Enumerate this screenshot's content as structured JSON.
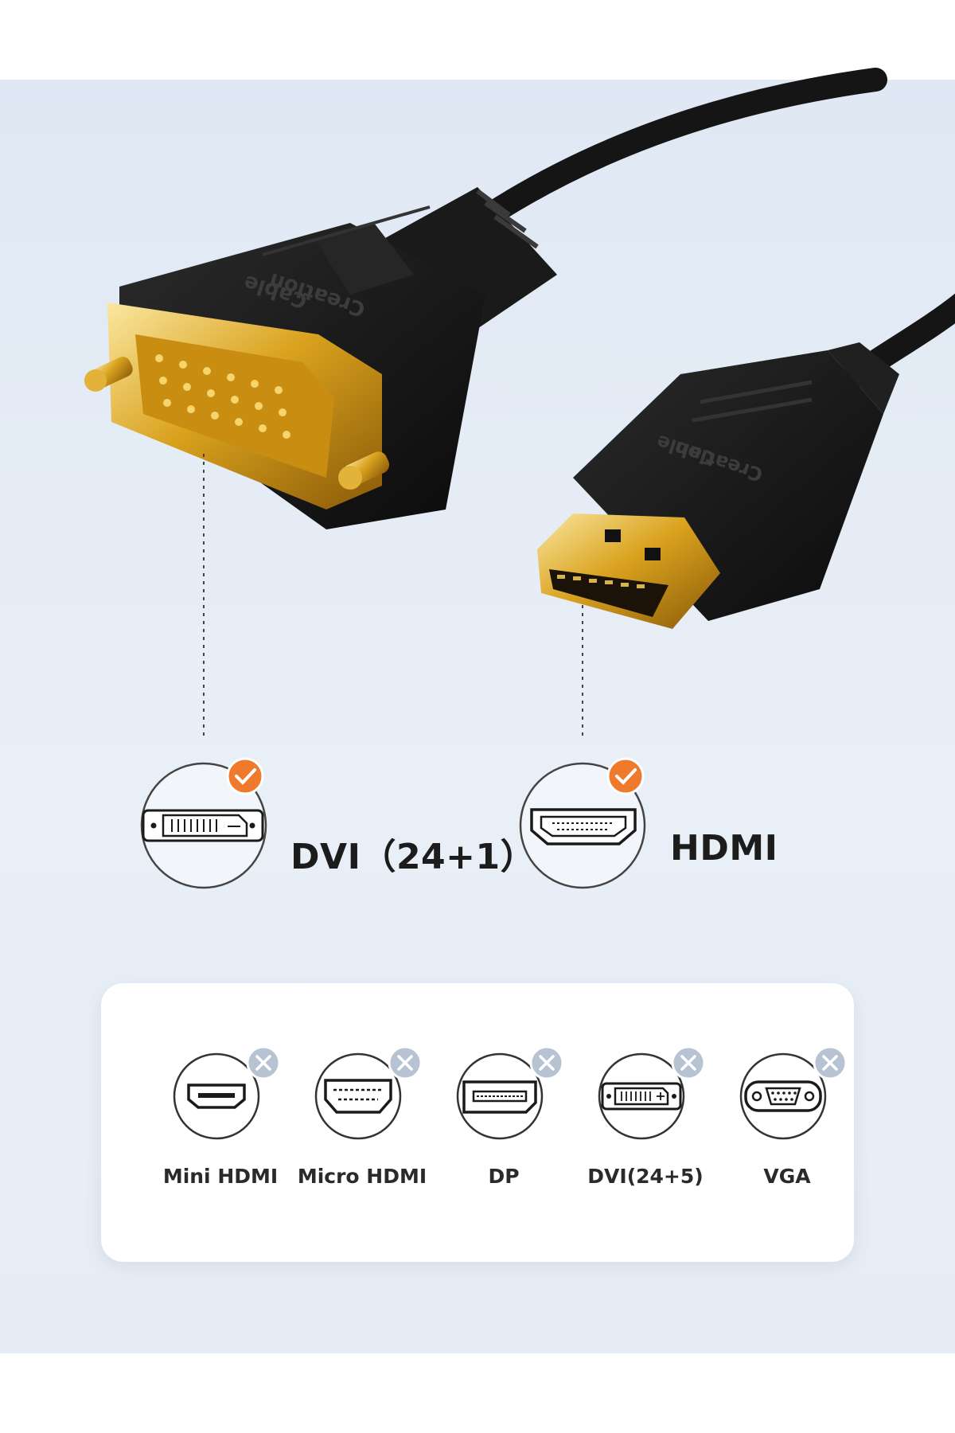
{
  "cable": {
    "brand_text": "Cable Creation",
    "connectors": [
      {
        "label": "DVI（24+1）",
        "status": "compatible"
      },
      {
        "label": "HDMI",
        "status": "compatible"
      }
    ]
  },
  "incompatible": {
    "items": [
      {
        "label": "Mini HDMI",
        "icon": "mini-hdmi-port-icon",
        "status": "not-supported"
      },
      {
        "label": "Micro HDMI",
        "icon": "micro-hdmi-port-icon",
        "status": "not-supported"
      },
      {
        "label": "DP",
        "icon": "displayport-icon",
        "status": "not-supported"
      },
      {
        "label": "DVI(24+5)",
        "icon": "dvi-24-5-port-icon",
        "status": "not-supported"
      },
      {
        "label": "VGA",
        "icon": "vga-port-icon",
        "status": "not-supported"
      }
    ]
  },
  "colors": {
    "check_badge": "#f07a2c",
    "cross_badge": "#b7c3d3",
    "gold": "#d9a21e",
    "cable_black": "#141414",
    "background": "#e3ebf5"
  }
}
